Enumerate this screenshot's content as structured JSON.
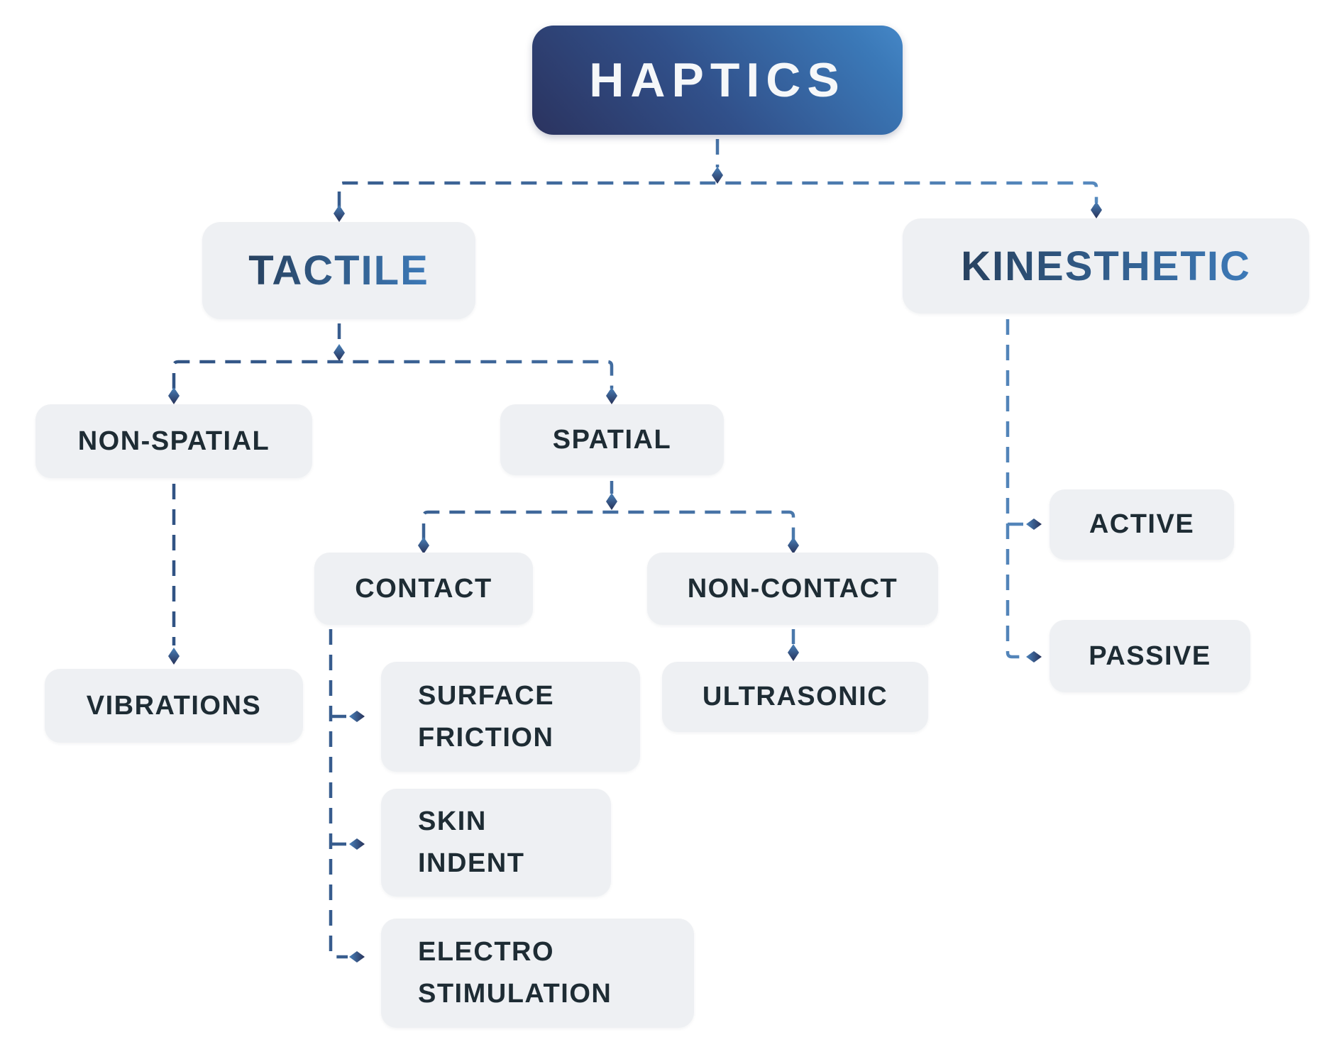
{
  "title": "HAPTICS",
  "colors": {
    "background": "#ffffff",
    "node_fill": "#eef0f3",
    "node_text": "#1e2c34",
    "root_gradient_start": "#2b335f",
    "root_gradient_end": "#3b79b8",
    "root_text": "#f5f7f9",
    "branch_text_gradient_start": "#27415f",
    "branch_text_gradient_end": "#3d7ab8",
    "line_gradient_start": "#2a4979",
    "line_gradient_end": "#6098ce",
    "diamond_dark": "#273158",
    "diamond_light": "#4a82bb"
  },
  "nodes": {
    "haptics": {
      "label": "HAPTICS"
    },
    "tactile": {
      "label": "TACTILE"
    },
    "kinesthetic": {
      "label": "KINESTHETIC"
    },
    "non_spatial": {
      "label": "NON-SPATIAL"
    },
    "spatial": {
      "label": "SPATIAL"
    },
    "vibrations": {
      "label": "VIBRATIONS"
    },
    "contact": {
      "label": "CONTACT"
    },
    "non_contact": {
      "label": "NON-CONTACT"
    },
    "ultrasonic": {
      "label": "ULTRASONIC"
    },
    "surface_friction": {
      "line1": "SURFACE",
      "line2": "FRICTION"
    },
    "skin_indent": {
      "line1": "SKIN",
      "line2": "INDENT"
    },
    "electro_stimulation": {
      "line1": "ELECTRO",
      "line2": "STIMULATION"
    },
    "active": {
      "label": "ACTIVE"
    },
    "passive": {
      "label": "PASSIVE"
    }
  }
}
